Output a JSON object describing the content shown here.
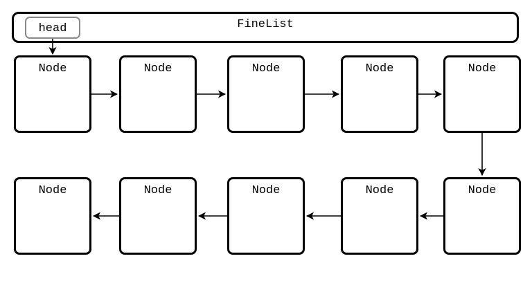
{
  "container": {
    "title": "FineList"
  },
  "head": {
    "label": "head"
  },
  "nodes_row1": [
    {
      "label": "Node"
    },
    {
      "label": "Node"
    },
    {
      "label": "Node"
    },
    {
      "label": "Node"
    },
    {
      "label": "Node"
    }
  ],
  "nodes_row2": [
    {
      "label": "Node"
    },
    {
      "label": "Node"
    },
    {
      "label": "Node"
    },
    {
      "label": "Node"
    },
    {
      "label": "Node"
    }
  ]
}
